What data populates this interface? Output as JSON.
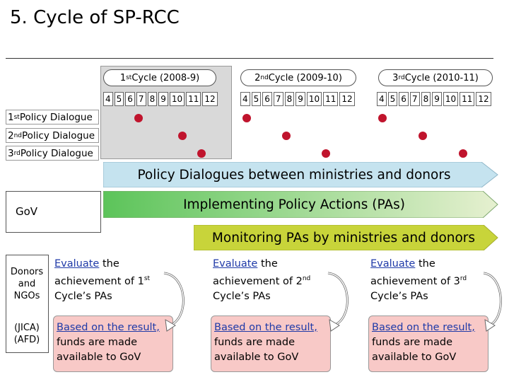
{
  "title": "5. Cycle of SP-RCC",
  "cycles": [
    {
      "prefix": "1",
      "sup": "st",
      "rest": " Cycle (2008-9)"
    },
    {
      "prefix": "2",
      "sup": "nd",
      "rest": " Cycle (2009-10)"
    },
    {
      "prefix": "3",
      "sup": "rd",
      "rest": " Cycle (2010-11)"
    }
  ],
  "months": [
    "4",
    "5",
    "6",
    "7",
    "8",
    "9",
    "10",
    "11",
    "12"
  ],
  "dialogues": [
    {
      "prefix": "1",
      "sup": "st",
      "rest": " Policy Dialogue"
    },
    {
      "prefix": "2",
      "sup": "nd",
      "rest": " Policy Dialogue"
    },
    {
      "prefix": "3",
      "sup": "rd",
      "rest": " Policy Dialogue"
    }
  ],
  "bands": {
    "policy_dialogues": "Policy Dialogues between ministries and donors",
    "implementing": "Implementing Policy Actions (PAs)",
    "monitoring": "Monitoring PAs by ministries and donors"
  },
  "actors": {
    "gov": "GoV",
    "donors_line1": "Donors",
    "donors_line2": "and",
    "donors_line3": "NGOs",
    "jica": "(JICA)",
    "afd": "(AFD)"
  },
  "evaluate": [
    {
      "link": "Evaluate",
      "rest1": " the",
      "line2": "achievement of 1",
      "sup": "st",
      "line3": "Cycle’s PAs"
    },
    {
      "link": "Evaluate",
      "rest1": " the",
      "line2": "achievement of 2",
      "sup": "nd",
      "line3": "Cycle’s PAs"
    },
    {
      "link": "Evaluate",
      "rest1": " the",
      "line2": "achievement of 3",
      "sup": "rd",
      "line3": "Cycle’s PAs"
    }
  ],
  "funding": [
    {
      "link": "Based on the result,",
      "line2": "funds are made",
      "line3": "available to GoV"
    },
    {
      "link": "Based on the result,",
      "line2": "funds are made",
      "line3": "available to GoV"
    },
    {
      "link": "Based on the result,",
      "line2": "funds are made",
      "line3": "available to GoV"
    }
  ],
  "colors": {
    "dot": "#c0142d",
    "policy_band": "#c5e3ef",
    "implementing_band_start": "#5cc45a",
    "implementing_band_end": "#e6f0d0",
    "monitoring_band": "#c8d43a",
    "funding_box": "#f8c9c7",
    "link": "#1f3aa8"
  }
}
